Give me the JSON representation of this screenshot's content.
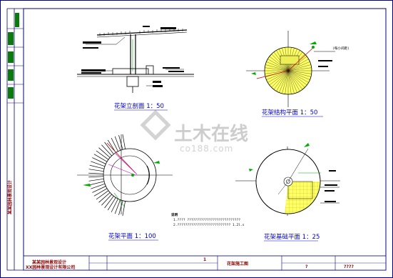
{
  "captions": {
    "elevation": "花架立剖面 1：50",
    "structure": "花架结构平面 1：50",
    "plan": "花架平面 1：100",
    "foundation": "花架基础平面 1：25"
  },
  "structure_callout": "(每小间距)",
  "notes": {
    "title": "说明",
    "line1": "1.???? ???????????????????????????",
    "line2": "2.??????????????????????????? 1.2l.s"
  },
  "watermark": {
    "cn": "土木在线",
    "en": "co188.com"
  },
  "title_block": {
    "project": "某某园林景观设计",
    "drawing": "花架施工图",
    "sheet_no": "1",
    "cell_a": "?",
    "cell_b": "????"
  },
  "side_strip_left": "某某园林景观设计",
  "side_strip_bottom": "XX园林景观设计有限公司",
  "colors": {
    "frame": "#000080",
    "linework": "#000000",
    "caption": "#0000cc",
    "hatch": "#ffff00",
    "accent_red": "#cc0000",
    "accent_green": "#00aa00",
    "accent_magenta": "#cc00cc"
  }
}
